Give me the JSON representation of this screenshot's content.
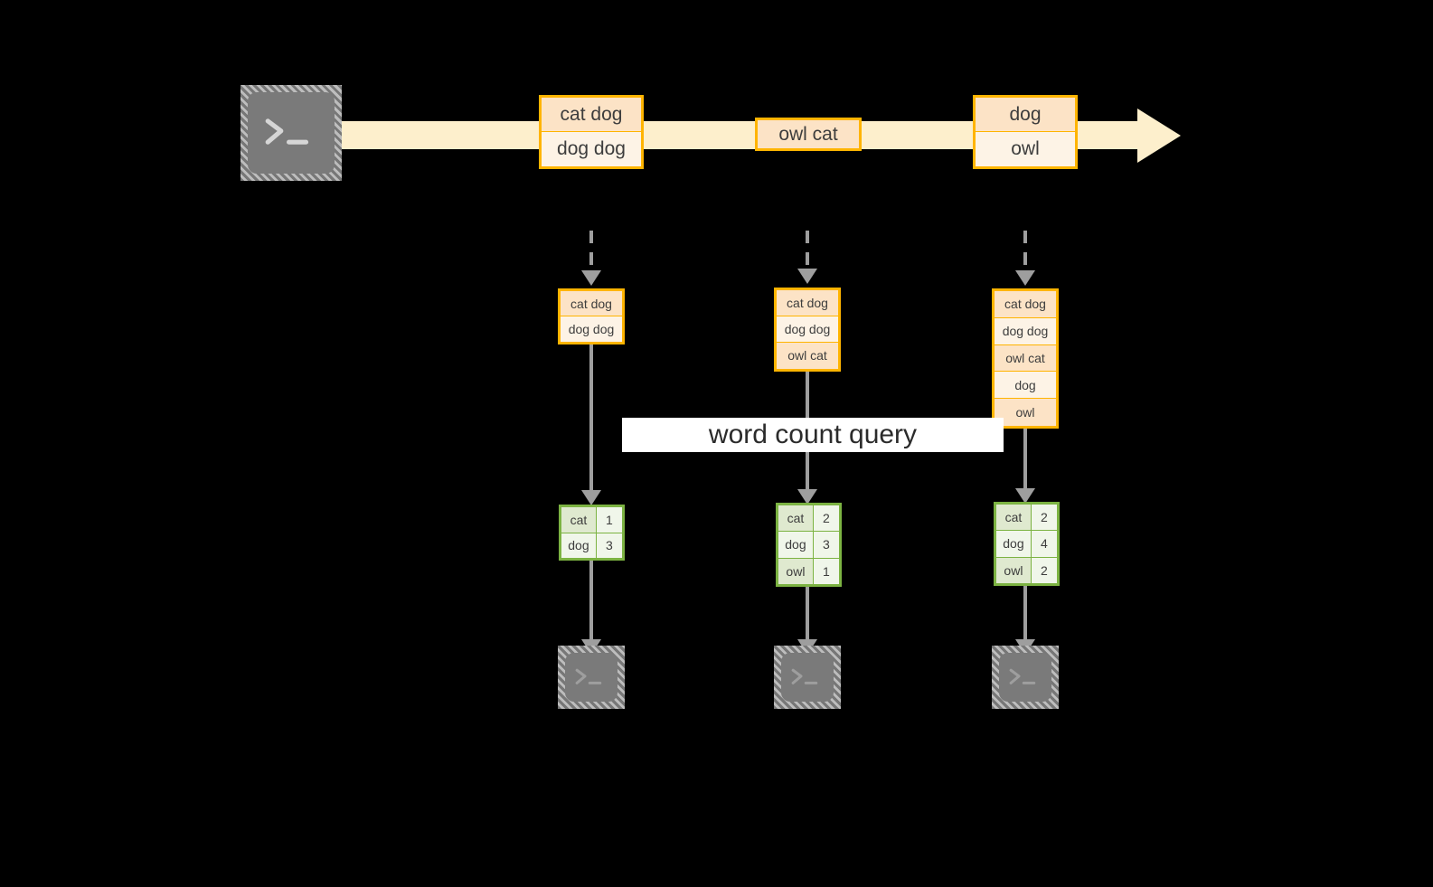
{
  "diagram": {
    "title_label": "word count query",
    "colors": {
      "stream": "#fdefcc",
      "orange_border": "#ffb400",
      "orange_dark_fill": "#fce3c6",
      "orange_light_fill": "#fdf3e6",
      "green_border": "#7cb342",
      "green_dark_fill": "#dfe9cf",
      "green_light_fill": "#f0f6ea",
      "arrow_gray": "#9e9e9e",
      "terminal_gray": "#7a7a7a",
      "label_band": "#ffffff",
      "background": "#000000"
    },
    "source_terminal": {
      "icon": "terminal-prompt-icon",
      "glyph": ">_"
    },
    "stream_events": [
      {
        "id": "event-group-1",
        "lines": [
          "cat dog",
          "dog dog"
        ]
      },
      {
        "id": "event-group-2",
        "lines": [
          "owl cat"
        ]
      },
      {
        "id": "event-group-3",
        "lines": [
          "dog",
          "owl"
        ]
      }
    ],
    "snapshots": [
      {
        "id": "snapshot-1",
        "lines": [
          "cat dog",
          "dog dog"
        ]
      },
      {
        "id": "snapshot-2",
        "lines": [
          "cat dog",
          "dog dog",
          "owl cat"
        ]
      },
      {
        "id": "snapshot-3",
        "lines": [
          "cat dog",
          "dog dog",
          "owl cat",
          "dog",
          "owl"
        ]
      }
    ],
    "results": [
      {
        "id": "result-1",
        "rows": [
          [
            "cat",
            "1"
          ],
          [
            "dog",
            "3"
          ]
        ]
      },
      {
        "id": "result-2",
        "rows": [
          [
            "cat",
            "2"
          ],
          [
            "dog",
            "3"
          ],
          [
            "owl",
            "1"
          ]
        ]
      },
      {
        "id": "result-3",
        "rows": [
          [
            "cat",
            "2"
          ],
          [
            "dog",
            "4"
          ],
          [
            "owl",
            "2"
          ]
        ]
      }
    ],
    "sink_terminals": [
      {
        "id": "sink-terminal-1",
        "icon": "terminal-prompt-icon",
        "glyph": ">_"
      },
      {
        "id": "sink-terminal-2",
        "icon": "terminal-prompt-icon",
        "glyph": ">_"
      },
      {
        "id": "sink-terminal-3",
        "icon": "terminal-prompt-icon",
        "glyph": ">_"
      }
    ]
  }
}
